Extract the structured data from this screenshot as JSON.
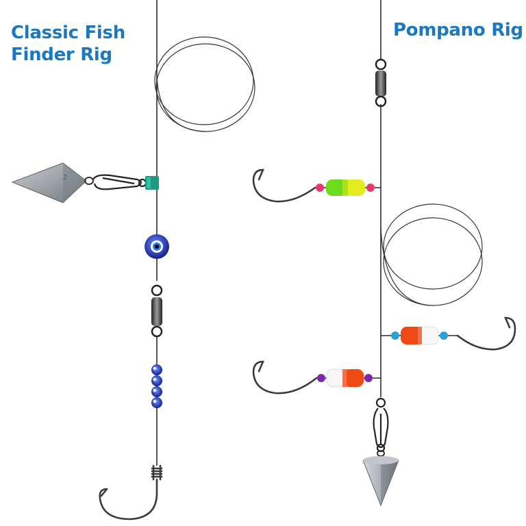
{
  "labels": {
    "left_rig_line1": "Classic Fish",
    "left_rig_line2": "Finder Rig",
    "right_rig": "Pompano Rig"
  },
  "colors": {
    "title": "#1a78c2",
    "line": "#2b2b2b",
    "lead": "#9ea3a8",
    "clip": "#1e9a82",
    "bead_blue": "#1d2f9c",
    "float_green": "#6cdc1a",
    "float_yellow": "#e4ec20",
    "float_red": "#f04a14",
    "float_white": "#f6f6f6",
    "bead_pink": "#e8386a",
    "bead_cyan": "#2aa0d6",
    "bead_purple": "#7a2aa8"
  },
  "icons": [
    "pyramid-sinker-icon",
    "snap-swivel-icon",
    "barrel-swivel-icon",
    "hook-icon",
    "float-icon",
    "bead-icon"
  ]
}
